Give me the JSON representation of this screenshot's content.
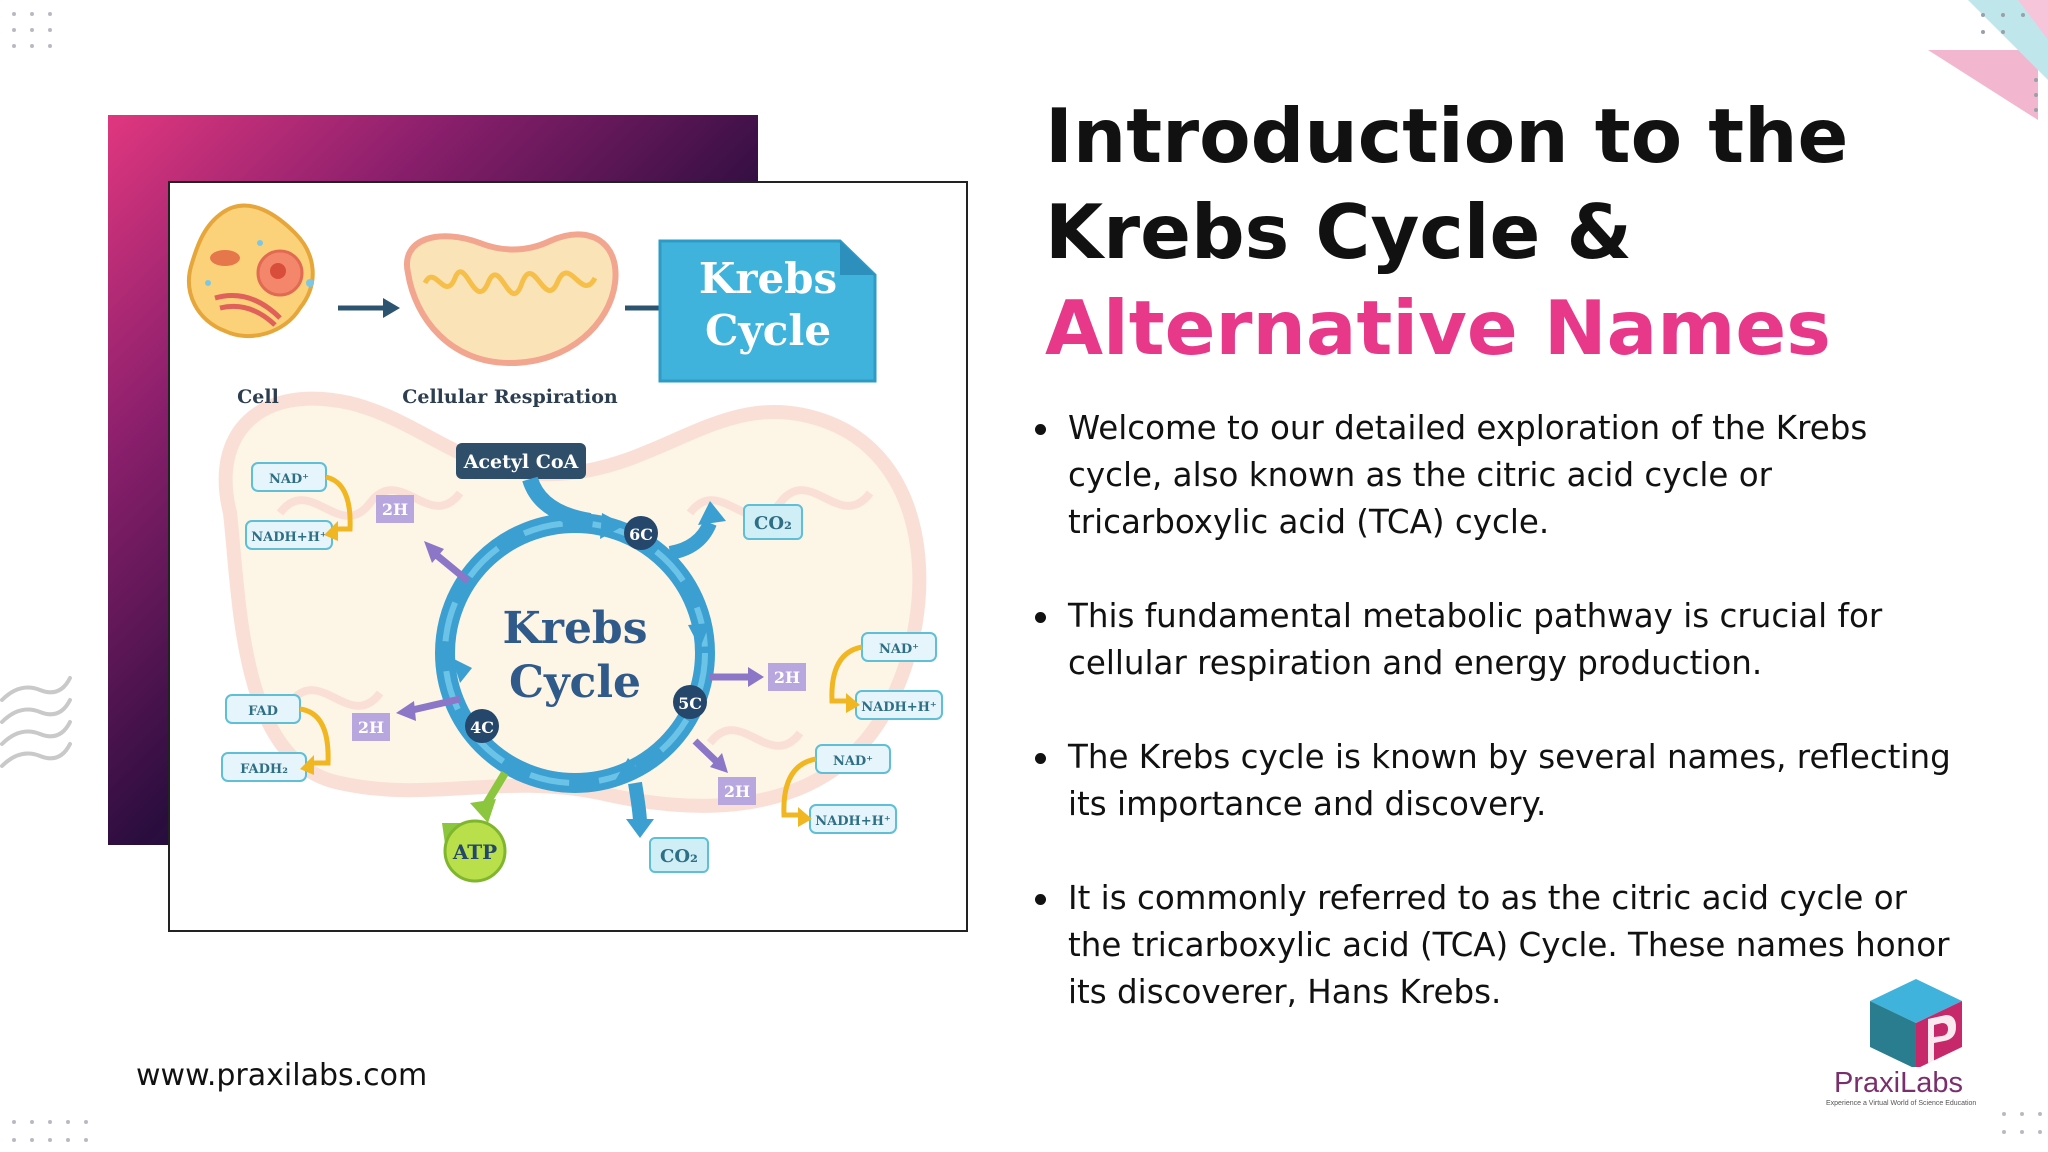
{
  "title": {
    "line1": "Introduction to the",
    "line2": "Krebs Cycle &",
    "line3": "Alternative Names"
  },
  "bullets": [
    "Welcome to our detailed exploration of the Krebs cycle, also known as the citric acid cycle or tricarboxylic acid (TCA) cycle.",
    "This fundamental metabolic pathway is crucial for cellular respiration and energy production.",
    "The Krebs cycle is known by several names, reflecting its importance and discovery.",
    "It is commonly referred to as the citric acid cycle or the tricarboxylic acid (TCA) Cycle. These names honor its discoverer, Hans Krebs."
  ],
  "website": "www.praxilabs.com",
  "logo": {
    "name": "PraxiLabs",
    "tagline": "Experience a Virtual World of Science Education"
  },
  "diagram": {
    "cell_label": "Cell",
    "respiration_label": "Cellular Respiration",
    "badge_line1": "Krebs",
    "badge_line2": "Cycle",
    "center_line1": "Krebs",
    "center_line2": "Cycle",
    "acetyl": "Acetyl CoA",
    "c6": "6C",
    "c5": "5C",
    "c4": "4C",
    "co2_top": "CO₂",
    "co2_bottom": "CO₂",
    "atp": "ATP",
    "h2": "2H",
    "nad": "NAD⁺",
    "nadh": "NADH+H⁺",
    "fad": "FAD",
    "fadh2": "FADH₂"
  },
  "colors": {
    "accent_pink": "#e8388a",
    "cycle_blue": "#3b9fd1",
    "carbon_navy": "#24476b",
    "arrow_yellow": "#f0b723",
    "arrow_purple": "#8c76c8",
    "label_purple": "#b8a6df",
    "atp_green": "#8cc63f"
  }
}
